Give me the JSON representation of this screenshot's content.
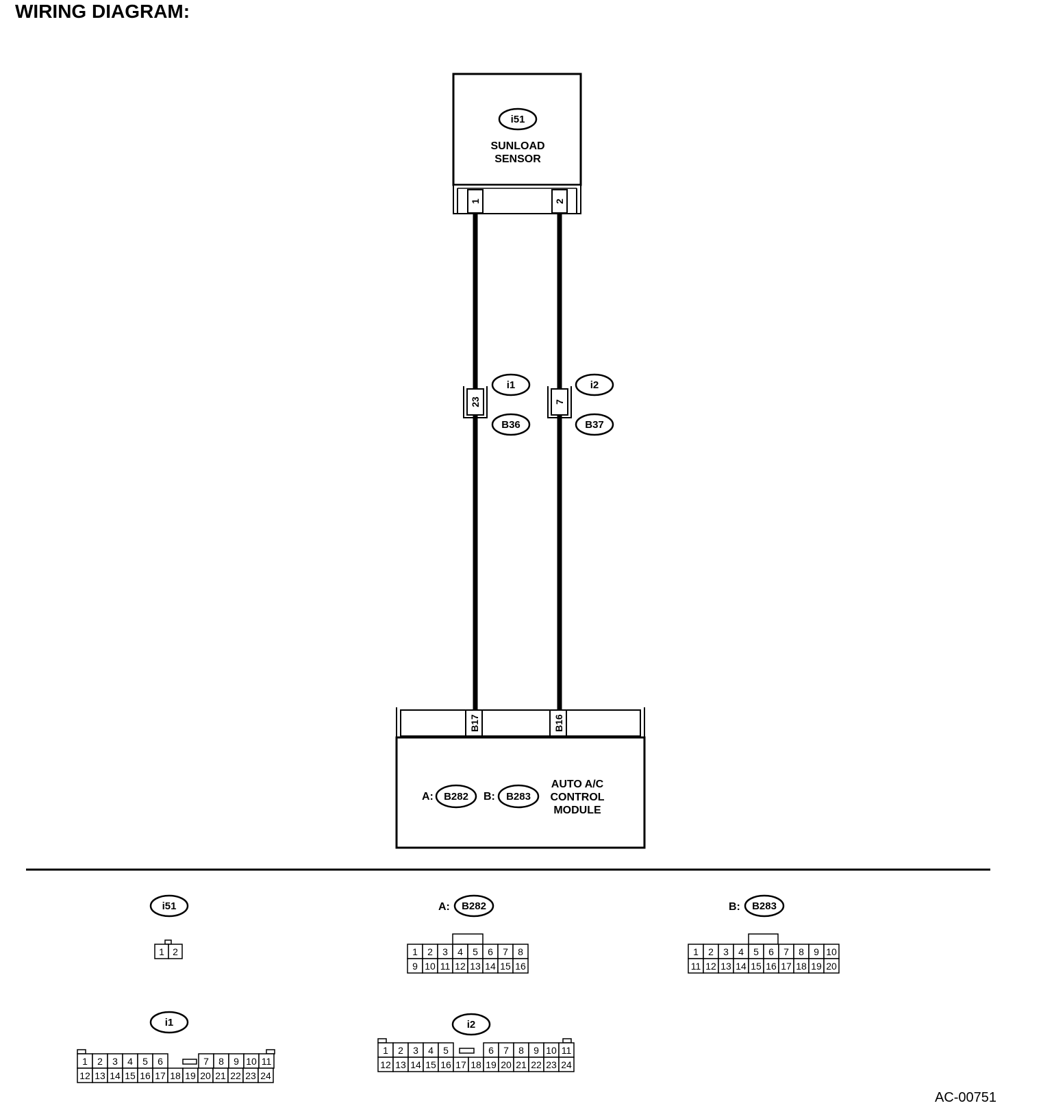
{
  "title": "WIRING DIAGRAM:",
  "sensor": {
    "connector": "i51",
    "name_line1": "SUNLOAD",
    "name_line2": "SENSOR",
    "pin1": "1",
    "pin2": "2"
  },
  "junction_left": {
    "pin": "23",
    "upper": "i1",
    "lower": "B36"
  },
  "junction_right": {
    "pin": "7",
    "upper": "i2",
    "lower": "B37"
  },
  "module": {
    "pin_left": "B17",
    "pin_right": "B16",
    "prefix_a": "A:",
    "connector_a": "B282",
    "prefix_b": "B:",
    "connector_b": "B283",
    "name_line1": "AUTO A/C",
    "name_line2": "CONTROL",
    "name_line3": "MODULE"
  },
  "connectors": {
    "i51": {
      "label": "i51",
      "top": [
        "1",
        "2"
      ]
    },
    "b282": {
      "prefix": "A:",
      "label": "B282",
      "top": [
        "1",
        "2",
        "3",
        "4",
        "5",
        "6",
        "7",
        "8"
      ],
      "bottom": [
        "9",
        "10",
        "11",
        "12",
        "13",
        "14",
        "15",
        "16"
      ]
    },
    "b283": {
      "prefix": "B:",
      "label": "B283",
      "top": [
        "1",
        "2",
        "3",
        "4",
        "5",
        "6",
        "7",
        "8",
        "9",
        "10"
      ],
      "bottom": [
        "11",
        "12",
        "13",
        "14",
        "15",
        "16",
        "17",
        "18",
        "19",
        "20"
      ]
    },
    "i1": {
      "label": "i1",
      "top": [
        "1",
        "2",
        "3",
        "4",
        "5",
        "6",
        "7",
        "8",
        "9",
        "10",
        "11"
      ],
      "bottom": [
        "12",
        "13",
        "14",
        "15",
        "16",
        "17",
        "18",
        "19",
        "20",
        "21",
        "22",
        "23",
        "24"
      ]
    },
    "i2": {
      "label": "i2",
      "top": [
        "1",
        "2",
        "3",
        "4",
        "5",
        "6",
        "7",
        "8",
        "9",
        "10",
        "11"
      ],
      "bottom": [
        "12",
        "13",
        "14",
        "15",
        "16",
        "17",
        "18",
        "19",
        "20",
        "21",
        "22",
        "23",
        "24"
      ]
    }
  },
  "figure_code": "AC-00751"
}
